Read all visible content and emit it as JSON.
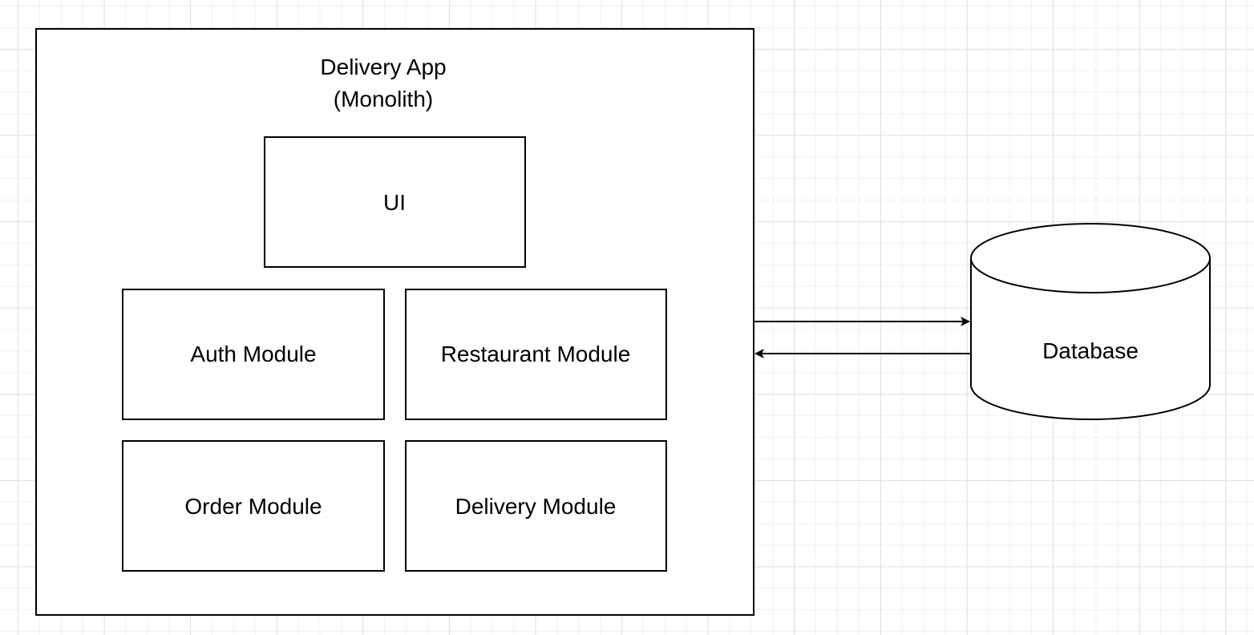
{
  "container": {
    "title_line1": "Delivery App",
    "title_line2": "(Monolith)"
  },
  "modules": {
    "ui": "UI",
    "auth": "Auth Module",
    "restaurant": "Restaurant Module",
    "order": "Order Module",
    "delivery": "Delivery Module"
  },
  "database": {
    "label": "Database"
  }
}
